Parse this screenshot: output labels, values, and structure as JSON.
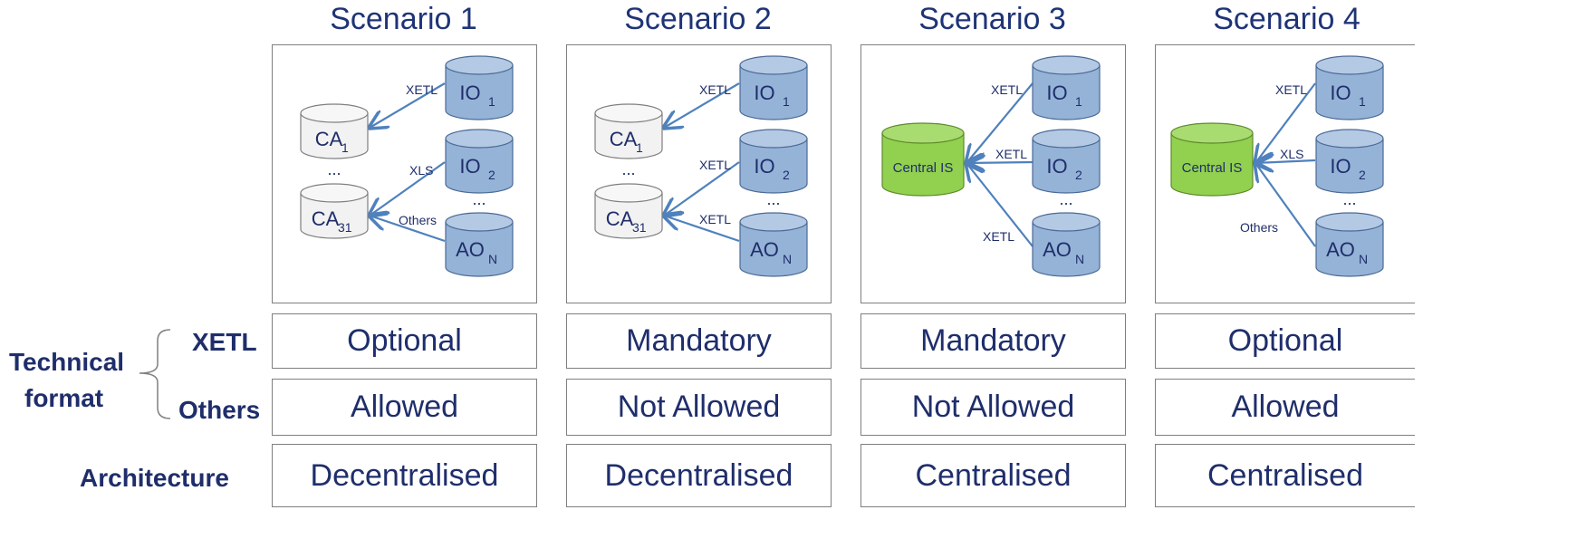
{
  "scenarios": [
    {
      "title": "Scenario 1",
      "xetl": "Optional",
      "others": "Allowed",
      "architecture": "Decentralised",
      "nodes": {
        "io1": "IO",
        "io1_sub": "1",
        "io2": "IO",
        "io2_sub": "2",
        "aon": "AO",
        "aon_sub": "N",
        "ca1": "CA",
        "ca1_sub": "1",
        "ca31": "CA",
        "ca31_sub": "31"
      },
      "edges": {
        "e1": "XETL",
        "e2": "XLS",
        "e3": "Others"
      },
      "dots_left": "...",
      "dots_right": "..."
    },
    {
      "title": "Scenario 2",
      "xetl": "Mandatory",
      "others": "Not Allowed",
      "architecture": "Decentralised",
      "nodes": {
        "io1": "IO",
        "io1_sub": "1",
        "io2": "IO",
        "io2_sub": "2",
        "aon": "AO",
        "aon_sub": "N",
        "ca1": "CA",
        "ca1_sub": "1",
        "ca31": "CA",
        "ca31_sub": "31"
      },
      "edges": {
        "e1": "XETL",
        "e2": "XETL",
        "e3": "XETL"
      },
      "dots_left": "...",
      "dots_right": "..."
    },
    {
      "title": "Scenario 3",
      "xetl": "Mandatory",
      "others": "Not Allowed",
      "architecture": "Centralised",
      "nodes": {
        "io1": "IO",
        "io1_sub": "1",
        "io2": "IO",
        "io2_sub": "2",
        "aon": "AO",
        "aon_sub": "N",
        "central": "Central IS"
      },
      "edges": {
        "e1": "XETL",
        "e2": "XETL",
        "e3": "XETL"
      },
      "dots_right": "..."
    },
    {
      "title": "Scenario 4",
      "xetl": "Optional",
      "others": "Allowed",
      "architecture": "Centralised",
      "nodes": {
        "io1": "IO",
        "io1_sub": "1",
        "io2": "IO",
        "io2_sub": "2",
        "aon": "AO",
        "aon_sub": "N",
        "central": "Central IS"
      },
      "edges": {
        "e1": "XETL",
        "e2": "XLS",
        "e3": "Others"
      },
      "dots_right": "..."
    }
  ],
  "labels": {
    "technical_format": "Technical\nformat",
    "technical": "Technical",
    "format": "format",
    "xetl_row": "XETL",
    "others_row": "Others",
    "architecture_row": "Architecture"
  },
  "colors": {
    "blue_cylinder": "#95b3d7",
    "grey_cylinder": "#f2f2f2",
    "green_cylinder": "#92d050",
    "arrow": "#4f81bd",
    "text": "#1f2e6b"
  }
}
